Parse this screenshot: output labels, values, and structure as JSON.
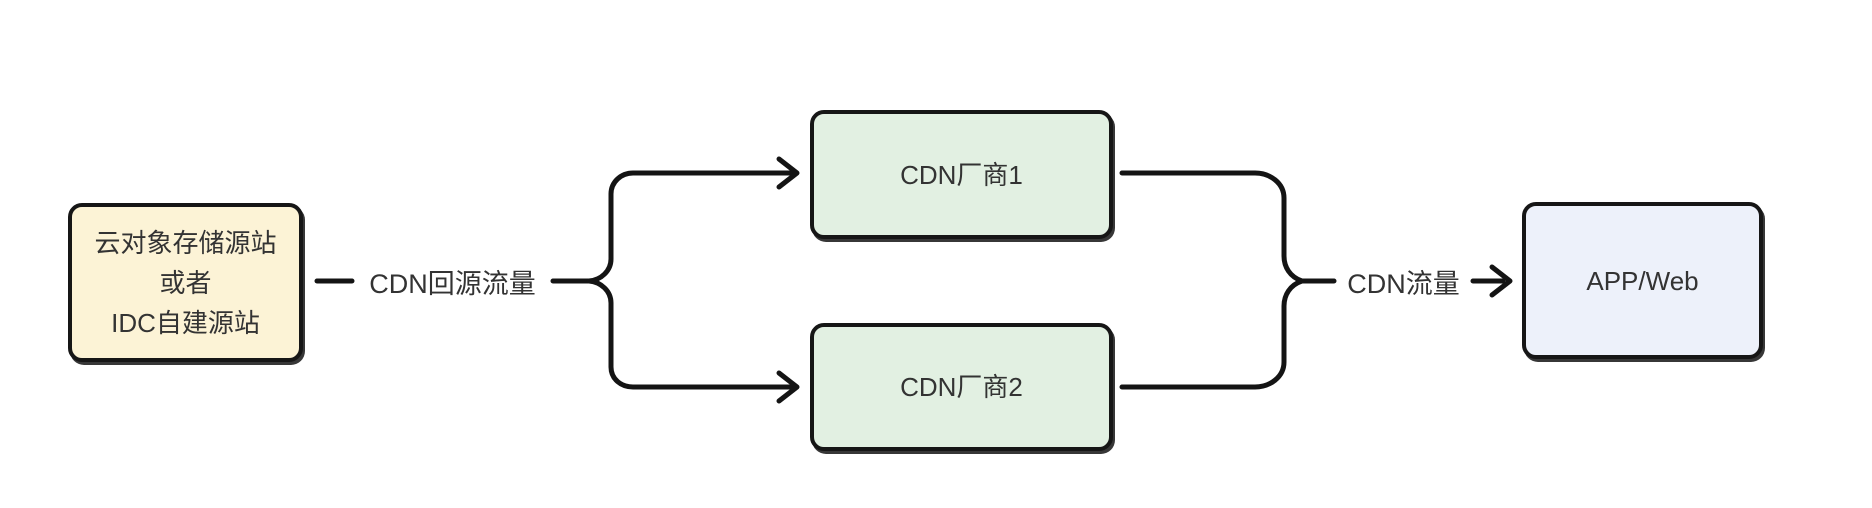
{
  "diagram": {
    "background": "#ffffff",
    "nodes": {
      "origin": {
        "lines": [
          "云对象存储源站",
          "或者",
          "IDC自建源站"
        ],
        "fill": "#FCF3D6",
        "border": "#161616"
      },
      "cdn1": {
        "label": "CDN厂商1",
        "fill": "#E2F0E2",
        "border": "#161616"
      },
      "cdn2": {
        "label": "CDN厂商2",
        "fill": "#E2F0E2",
        "border": "#161616"
      },
      "app": {
        "label": "APP/Web",
        "fill": "#EDF1FA",
        "border": "#161616"
      }
    },
    "edges": {
      "back_to_origin": {
        "label": "CDN回源流量",
        "from": "origin",
        "to": [
          "cdn1",
          "cdn2"
        ]
      },
      "cdn_traffic": {
        "label": "CDN流量",
        "from": [
          "cdn1",
          "cdn2"
        ],
        "to": "app"
      }
    },
    "colors": {
      "line": "#141414",
      "text": "#333333"
    }
  }
}
